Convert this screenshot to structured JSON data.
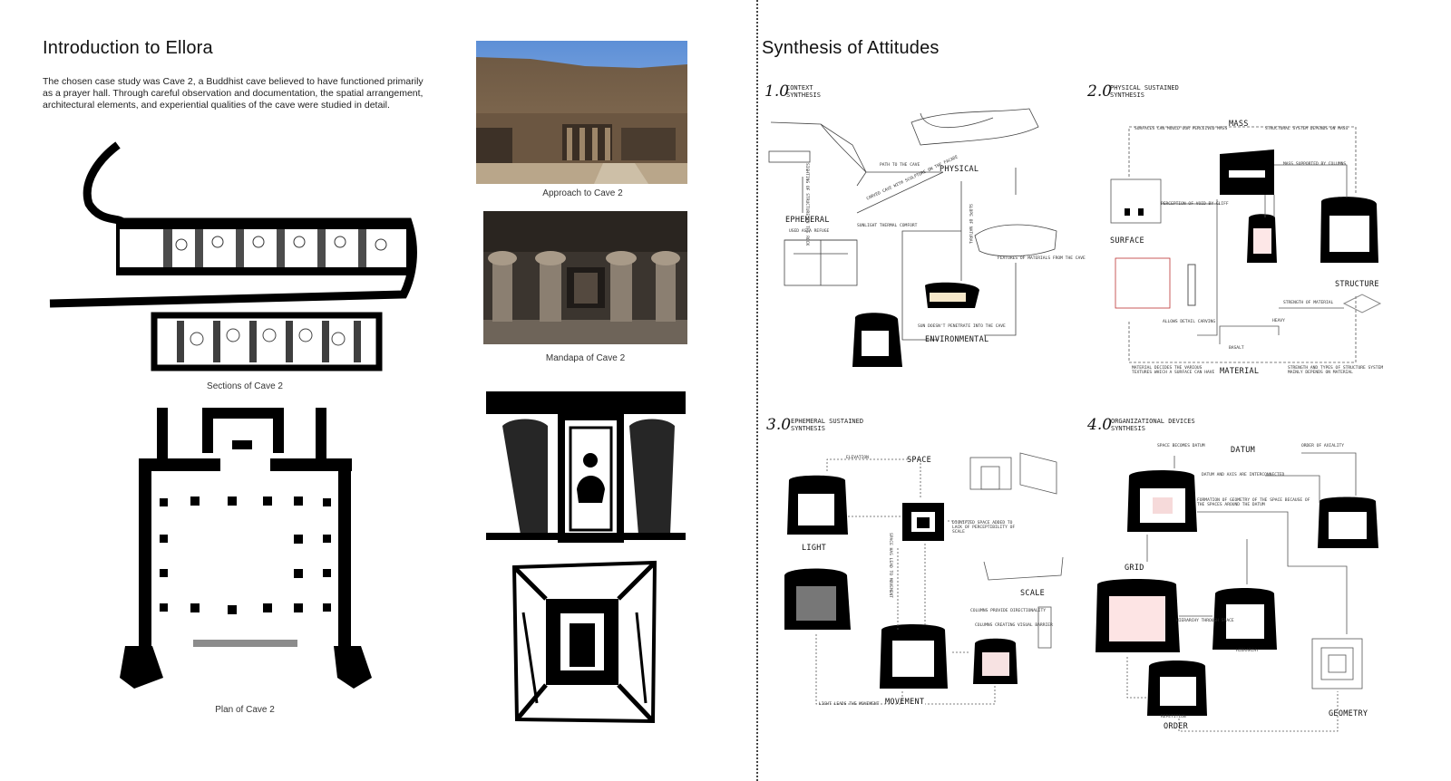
{
  "left": {
    "title": "Introduction to Ellora",
    "intro": "The chosen case study was Cave 2, a Buddhist cave believed to have functioned primarily as a prayer hall. Through careful observation and documentation, the spatial arrangement, architectural elements, and experiential qualities of the cave were studied in detail.",
    "captions": {
      "sections": "Sections of Cave 2",
      "plan": "Plan of Cave 2",
      "approach": "Approach to Cave 2",
      "mandapa": "Mandapa of Cave 2"
    }
  },
  "right": {
    "title": "Synthesis of Attitudes",
    "s1": {
      "num": "1.0",
      "label1": "CONTEXT",
      "label2": "SYNTHESIS",
      "physical": "PHYSICAL",
      "ephemeral": "EPHEMERAL",
      "environmental": "ENVIRONMENTAL",
      "n1": "PATH TO THE CAVE",
      "n2": "SUNLIGHT THERMAL COMFORT",
      "n3": "USED AS A REFUGE",
      "n4": "CARVED CAVE WITH SCULPTURE ON THE FACADE",
      "n5": "SIGHTING OF STRUCTURE IN THE ROCK",
      "n6": "SLOPE OF NATURAL",
      "n7": "FEATURES OF MATERIALS FROM THE CAVE",
      "n8": "SUN DOESN'T PENETRATE INTO THE CAVE"
    },
    "s2": {
      "num": "2.0",
      "label1": "PHYSICAL SUSTAINED",
      "label2": "SYNTHESIS",
      "mass": "MASS",
      "surface": "SURFACE",
      "structure": "STRUCTURE",
      "material": "MATERIAL",
      "basalt": "BASALT",
      "heavy": "HEAVY",
      "carvings": "ALLOWS DETAIL CARVING",
      "n1": "SURFACES CAN MOULD OUR PERCEIVED MASS",
      "n2": "STRUCTURAL SYSTEM DEPENDS ON MASS",
      "n3": "MASS SUPPORTED BY COLUMNS",
      "n4": "PERCEPTION OF VOID BY CLIFF",
      "n5": "STRENGTH OF MATERIAL",
      "n6": "MATERIAL DECIDES THE VARIOUS TEXTURES WHICH A SURFACE CAN HAVE",
      "n7": "STRENGTH AND TYPES OF STRUCTURE SYSTEM MAINLY DEPENDS ON MATERIAL"
    },
    "s3": {
      "num": "3.0",
      "label1": "EPHEMERAL SUSTAINED",
      "label2": "SYNTHESIS",
      "space": "SPACE",
      "light": "LIGHT",
      "scale": "SCALE",
      "movement": "MOVEMENT",
      "n1": "ELEVATION",
      "n2": "DIGNIFIED SPACE ADDED TO LACK OF PERCEPTIBILITY OF SCALE",
      "n3": "COLUMNS PROVIDE DIRECTIONALITY",
      "n4": "COLUMNS CREATING VISUAL BARRIER",
      "n5": "LIGHT LEADS THE MOVEMENT",
      "n6": "SPACE HAS LEAD TO MOVEMENT"
    },
    "s4": {
      "num": "4.0",
      "label1": "ORGANIZATIONAL DEVICES",
      "label2": "SYNTHESIS",
      "datum": "DATUM",
      "grid": "GRID",
      "geometry": "GEOMETRY",
      "order": "ORDER",
      "hierarchy": "HIERARCHY",
      "repetition": "REPETITION",
      "n1": "SPACE BECOMES DATUM",
      "n2": "ORDER OF AXIALITY",
      "n3": "DATUM AND AXIS ARE INTERCONNECTED",
      "n4": "FORMATION OF GEOMETRY OF THE SPACE BECAUSE OF THE SPACES AROUND THE DATUM",
      "n5": "HIERARCHY THROUGH SPACE"
    }
  }
}
